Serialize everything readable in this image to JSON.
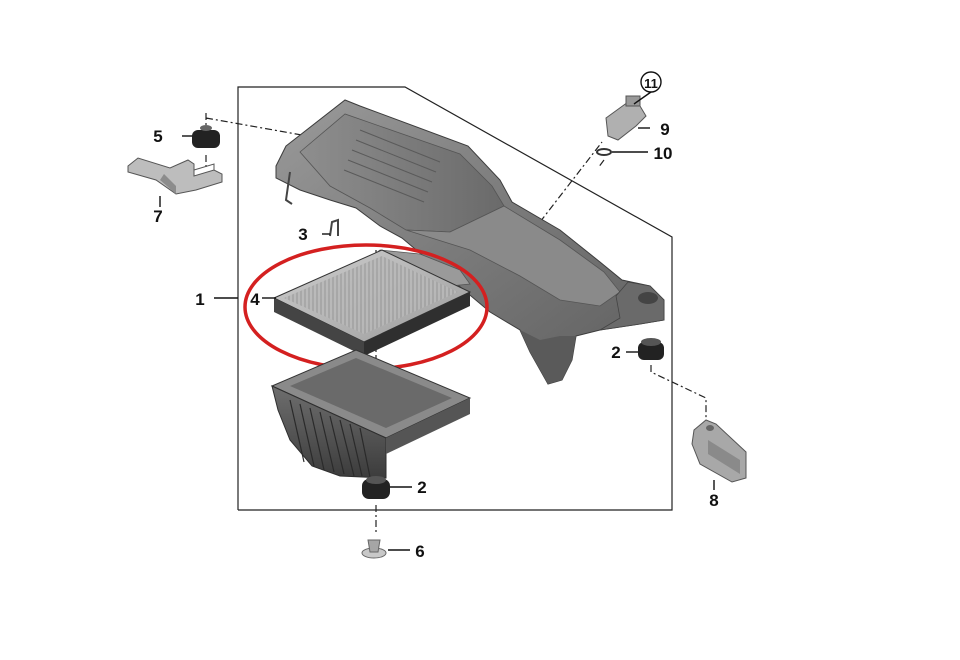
{
  "callouts": {
    "c1": "1",
    "c2a": "2",
    "c2b": "2",
    "c3": "3",
    "c4": "4",
    "c5": "5",
    "c6": "6",
    "c7": "7",
    "c8": "8",
    "c9": "9",
    "c10": "10",
    "c11": "11"
  },
  "colors": {
    "highlight": "#d42020",
    "housing": "#7d7d7d",
    "housing_dark": "#4e4e4e",
    "housing_light": "#a4a4a4",
    "line": "#111111",
    "filter_frame": "#3a3a3a",
    "filter_media": "#bdbdbd"
  }
}
